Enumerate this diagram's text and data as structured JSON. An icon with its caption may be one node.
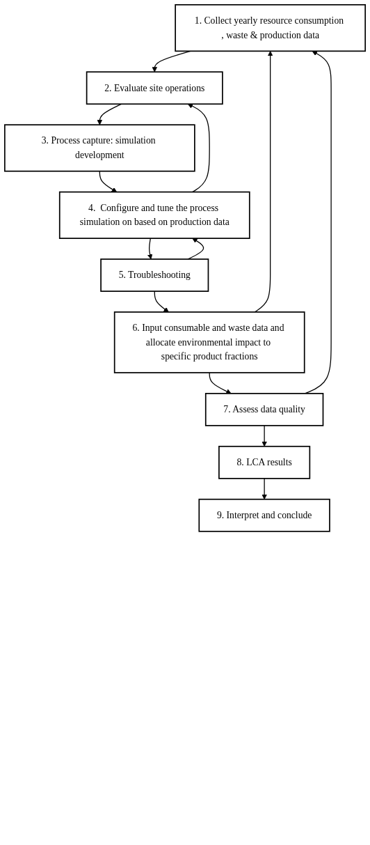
{
  "diagram": {
    "nodes": [
      {
        "text": [
          "1. Collect yearly resource consumption , waste & production data"
        ]
      },
      {
        "text": [
          "2. Evaluate site operations"
        ]
      },
      {
        "text": [
          "3. Process capture: simulation development"
        ]
      },
      {
        "text": [
          "4.  Configure and tune the process simulation on based on production data"
        ]
      },
      {
        "text": [
          "5. Troubleshooting"
        ]
      },
      {
        "text": [
          "6. Input consumable and waste data and allocate environmental impact to specific product fractions"
        ]
      },
      {
        "text": [
          "7. Assess data quality"
        ]
      },
      {
        "text": [
          "8. LCA results"
        ]
      },
      {
        "text": [
          "9. Interpret and conclude"
        ]
      }
    ],
    "edges": [
      {
        "from": 0,
        "to": 1,
        "arrow": "to"
      },
      {
        "from": 1,
        "to": 2,
        "arrow": "to"
      },
      {
        "from": 2,
        "to": 3,
        "arrow": "to"
      },
      {
        "from": 3,
        "to": 4,
        "arrow": "to"
      },
      {
        "from": 4,
        "to": 5,
        "arrow": "to"
      },
      {
        "from": 5,
        "to": 6,
        "arrow": "to"
      },
      {
        "from": 6,
        "to": 7,
        "arrow": "to"
      },
      {
        "from": 7,
        "to": 8,
        "arrow": "to"
      },
      {
        "from": 3,
        "to": 1,
        "arrow": "to"
      },
      {
        "from": 4,
        "to": 3,
        "arrow": "to"
      },
      {
        "from": 5,
        "to": 0,
        "arrow": "to"
      },
      {
        "from": 6,
        "to": 0,
        "arrow": "to"
      }
    ]
  }
}
